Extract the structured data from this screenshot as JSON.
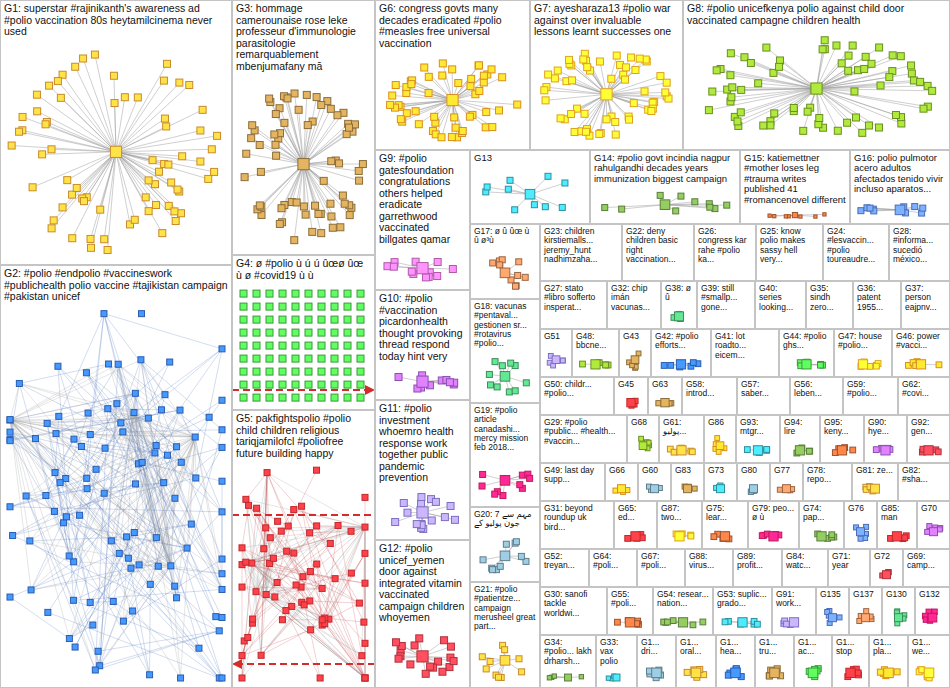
{
  "diagram": {
    "nodes": [
      {
        "text": [
          "G1: superstar #rajinikanth's awareness ad #polio vaccination 80s heytamilcinema never used"
        ]
      },
      {
        "text": [
          "G2: #polio #endpolio #vaccineswork #publichealth polio vaccine #tajikistan campaign #pakistan unicef"
        ]
      },
      {
        "text": [
          "G3: hommage camerounaise rose leke professeur d'immunologie parasitologie remarquablement mbenjumafany mā"
        ]
      },
      {
        "text": [
          "G4: ø #polio ù ú ú ûœø ûœ ù ø #covid19 ù ù"
        ]
      },
      {
        "text": [
          "G5: pakfightspolio #polio child children religious tariqjamilofcl #poliofree future building happy"
        ]
      },
      {
        "text": [
          "G6: congress govts many decades eradicated #polio #measles free universal vaccination"
        ]
      },
      {
        "text": [
          "G7: ayesharaza13 #polio war against over invaluable lessons learnt successes one"
        ]
      },
      {
        "text": [
          "G8: #polio unicefkenya polio against child door vaccinated campagne children health"
        ]
      },
      {
        "text": [
          "G9: #polio gatesfoundation congratulations others helped eradicate garrethwood vaccinated billgates qamar"
        ]
      },
      {
        "text": [
          "G10: #polio #vaccination picardonhealth thought provoking thread respond today hint very"
        ]
      },
      {
        "text": [
          "G11: #polio investment whoemro health response work together public pandemic prevention"
        ]
      },
      {
        "text": [
          "G12: #polio unicef_yemen door against integrated vitamin vaccinated campaign children whoyemen"
        ]
      },
      {
        "text": [
          "G13"
        ]
      },
      {
        "text": [
          "G14: #polio govt incindia nagpur rahulgandhi decades years immunization biggest campaign"
        ]
      },
      {
        "text": [
          "G15: katiemettner #mother loses leg #trauma writes published 41 #romancenovel different"
        ]
      },
      {
        "text": [
          "G16: polio pulmotor acero adultos afectados tenido vivir incluso aparatos..."
        ]
      },
      {
        "text": [
          "G17: ø û ûœ ù û ø³ù"
        ]
      },
      {
        "text": [
          "G18: vacunas #pentaval... gestionen sr... #rotavirus #polio..."
        ]
      },
      {
        "text": [
          "G19: #polio article canadashi... mercy mission feb 2018..."
        ]
      },
      {
        "text": [
          "G20: مہم سے 7 جون پولیو کے"
        ]
      },
      {
        "text": [
          "G21: #polio #patientze... campaign merusheel great part..."
        ]
      },
      {
        "text": [
          "G22: deny children basic right vaccination..."
        ]
      },
      {
        "text": [
          "G23: children kirstiemalls... jeremy_hunt nadhimzaha..."
        ]
      },
      {
        "text": [
          "G24: #lesvaccin... #polio toureaudre..."
        ]
      },
      {
        "text": [
          "G25: know polio makes sassy hell very..."
        ]
      },
      {
        "text": [
          "G26: congress kar rahe #polio ka..."
        ]
      },
      {
        "text": [
          "G27: stato #libro sofferto insperat..."
        ]
      },
      {
        "text": [
          "G28: #informa... sucedió méxico..."
        ]
      },
      {
        "text": [
          "G29: #polio #public... #health... #vaccin..."
        ]
      },
      {
        "text": [
          "G30: sanofi tackle worldwi..."
        ]
      },
      {
        "text": [
          "G31: beyond roundup uk bird..."
        ]
      },
      {
        "text": [
          "G32: chip imán vacunas..."
        ]
      },
      {
        "text": [
          "G33: vax polio"
        ]
      },
      {
        "text": [
          "G34: #polio... lakh drharsh..."
        ]
      },
      {
        "text": [
          "G35: sindh zero..."
        ]
      },
      {
        "text": [
          "G36: patent 1955..."
        ]
      },
      {
        "text": [
          "G37: person eajpnv..."
        ]
      },
      {
        "text": [
          "G38: ø û"
        ]
      },
      {
        "text": [
          "G39: still #smallp... gone..."
        ]
      },
      {
        "text": [
          "G40: series looking..."
        ]
      },
      {
        "text": [
          "G41: lot roadto... eicem..."
        ]
      },
      {
        "text": [
          "G42: #polio efforts..."
        ]
      },
      {
        "text": [
          "G43"
        ]
      },
      {
        "text": [
          "G44: #polio ghs..."
        ]
      },
      {
        "text": [
          "G45"
        ]
      },
      {
        "text": [
          "G46: power #vacci..."
        ]
      },
      {
        "text": [
          "G47: house #polio..."
        ]
      },
      {
        "text": [
          "G48: bbcne..."
        ]
      },
      {
        "text": [
          "G49: last day supp..."
        ]
      },
      {
        "text": [
          "G50: childr... #polio..."
        ]
      },
      {
        "text": [
          "G51"
        ]
      },
      {
        "text": [
          "G52: treyan..."
        ]
      },
      {
        "text": [
          "G53: suplic... grado..."
        ]
      },
      {
        "text": [
          "G54: resear... nation..."
        ]
      },
      {
        "text": [
          "G55: #poli..."
        ]
      },
      {
        "text": [
          "G56: leben..."
        ]
      },
      {
        "text": [
          "G57: saber..."
        ]
      },
      {
        "text": [
          "G58: introd..."
        ]
      },
      {
        "text": [
          "G59: #polio..."
        ]
      },
      {
        "text": [
          "G60"
        ]
      },
      {
        "text": [
          "G61: پولیو..."
        ]
      },
      {
        "text": [
          "G62: #covi..."
        ]
      },
      {
        "text": [
          "G63"
        ]
      },
      {
        "text": [
          "G64: #poli..."
        ]
      },
      {
        "text": [
          "G65: ed..."
        ]
      },
      {
        "text": [
          "G66"
        ]
      },
      {
        "text": [
          "G67: #poli..."
        ]
      },
      {
        "text": [
          "G68"
        ]
      },
      {
        "text": [
          "G69: camp..."
        ]
      },
      {
        "text": [
          "G70"
        ]
      },
      {
        "text": [
          "G71: year"
        ]
      },
      {
        "text": [
          "G72"
        ]
      },
      {
        "text": [
          "G73"
        ]
      },
      {
        "text": [
          "G74: pap..."
        ]
      },
      {
        "text": [
          "G75: lear..."
        ]
      },
      {
        "text": [
          "G76"
        ]
      },
      {
        "text": [
          "G77"
        ]
      },
      {
        "text": [
          "G78: repo..."
        ]
      },
      {
        "text": [
          "G79: peo... ø ù"
        ]
      },
      {
        "text": [
          "G80"
        ]
      },
      {
        "text": [
          "G81: ze..."
        ]
      },
      {
        "text": [
          "G82: #sha..."
        ]
      },
      {
        "text": [
          "G83"
        ]
      },
      {
        "text": [
          "G84: watc..."
        ]
      },
      {
        "text": [
          "G85: man"
        ]
      },
      {
        "text": [
          "G86"
        ]
      },
      {
        "text": [
          "G87: two..."
        ]
      },
      {
        "text": [
          "G88: virus..."
        ]
      },
      {
        "text": [
          "G89: profit..."
        ]
      },
      {
        "text": [
          "G90: hye..."
        ]
      },
      {
        "text": [
          "G91: work..."
        ]
      },
      {
        "text": [
          "G92: gen..."
        ]
      },
      {
        "text": [
          "G93: mtgr..."
        ]
      },
      {
        "text": [
          "G94: lire"
        ]
      },
      {
        "text": [
          "G95: keny..."
        ]
      },
      {
        "text": [
          "G135"
        ]
      },
      {
        "text": [
          "G137"
        ]
      },
      {
        "text": [
          "G130"
        ]
      },
      {
        "text": [
          "G132"
        ]
      },
      {
        "text": [
          "G1... dri..."
        ]
      },
      {
        "text": [
          "G1... oral..."
        ]
      },
      {
        "text": [
          "G1... hea..."
        ]
      },
      {
        "text": [
          "G1... tru..."
        ]
      },
      {
        "text": [
          "G1... ac..."
        ]
      },
      {
        "text": [
          "G1... stop"
        ]
      },
      {
        "text": [
          "G1... pla..."
        ]
      },
      {
        "text": [
          "G1... we..."
        ]
      }
    ],
    "edges": [
      {
        "from": 1,
        "to": 9,
        "arrow": "to"
      },
      {
        "from": 1,
        "to": 10,
        "arrow": "none"
      },
      {
        "from": 11,
        "to": 1,
        "arrow": "to"
      }
    ]
  }
}
